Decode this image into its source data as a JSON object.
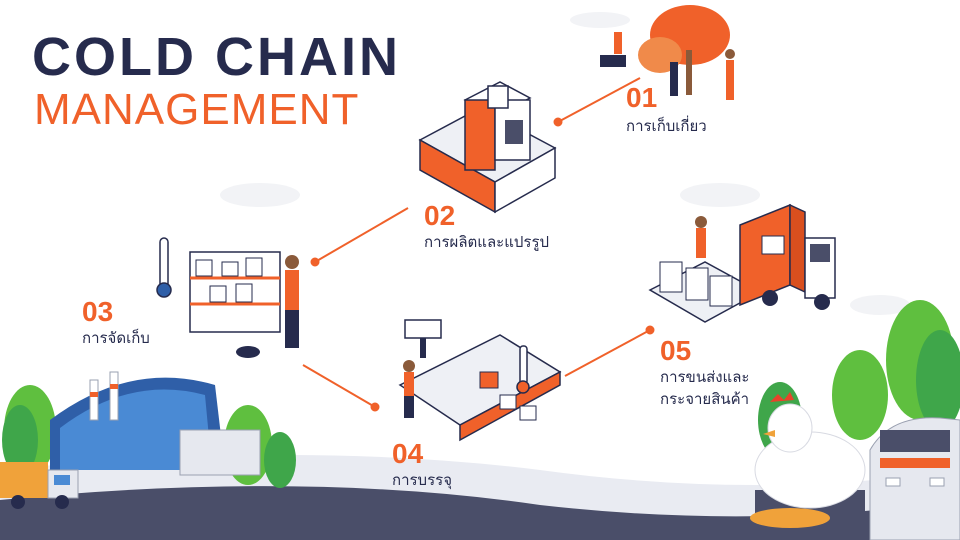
{
  "header": {
    "line1": "COLD CHAIN",
    "line2": "MANAGEMENT"
  },
  "steps": [
    {
      "number": "01",
      "label": "การเก็บเกี่ยว"
    },
    {
      "number": "02",
      "label": "การผลิตและแปรรูป"
    },
    {
      "number": "03",
      "label": "การจัดเก็บ"
    },
    {
      "number": "04",
      "label": "การบรรจุ"
    },
    {
      "number": "05",
      "label": "การขนส่งและ",
      "label2": "กระจายสินค้า"
    }
  ],
  "colors": {
    "accent": "#f0612a",
    "navy": "#262b4d",
    "green": "#5fbf3f",
    "road": "#4a4e69"
  }
}
